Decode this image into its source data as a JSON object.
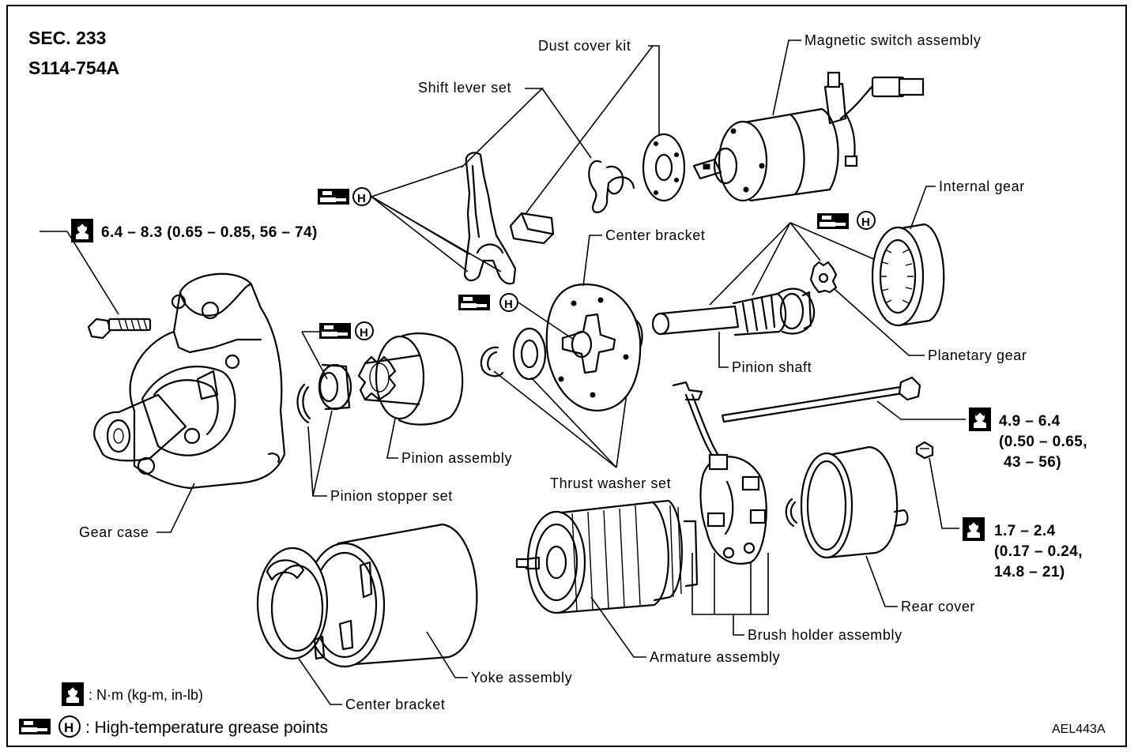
{
  "header": {
    "section": "SEC. 233",
    "figure_code": "S114-754A"
  },
  "reference_code": "AEL443A",
  "parts": {
    "dust_cover_kit": "Dust cover kit",
    "magnetic_switch_assembly": "Magnetic switch  assembly",
    "shift_lever_set": "Shift lever set",
    "internal_gear": "Internal gear",
    "center_bracket_top": "Center bracket",
    "pinion_shaft": "Pinion shaft",
    "planetary_gear": "Planetary  gear",
    "pinion_assembly": "Pinion assembly",
    "thrust_washer_set": "Thrust washer set",
    "pinion_stopper_set": "Pinion stopper  set",
    "gear_case": "Gear case",
    "rear_cover": "Rear cover",
    "brush_holder_assembly": "Brush holder  assembly",
    "armature_assembly": "Armature  assembly",
    "yoke_assembly": "Yoke assembly",
    "center_bracket_bottom": "Center bracket"
  },
  "torque_specs": {
    "gear_case_bolt": "6.4 – 8.3 (0.65 – 0.85, 56 – 74)",
    "through_bolt_line1": "4.9 – 6.4",
    "through_bolt_line2": "(0.50 – 0.65,",
    "through_bolt_line3": "43 – 56)",
    "rear_cover_screw_line1": "1.7 – 2.4",
    "rear_cover_screw_line2": "(0.17 – 0.24,",
    "rear_cover_screw_line3": "14.8 – 21)"
  },
  "symbols": {
    "grease_letter": "H"
  },
  "legend": {
    "torque_units": ": N·m (kg-m, in-lb)",
    "grease_points": ": High-temperature grease points"
  },
  "icons": {
    "torque": "torque-wrench-icon",
    "grease_gun": "grease-gun-icon",
    "grease_h": "grease-h-icon"
  }
}
